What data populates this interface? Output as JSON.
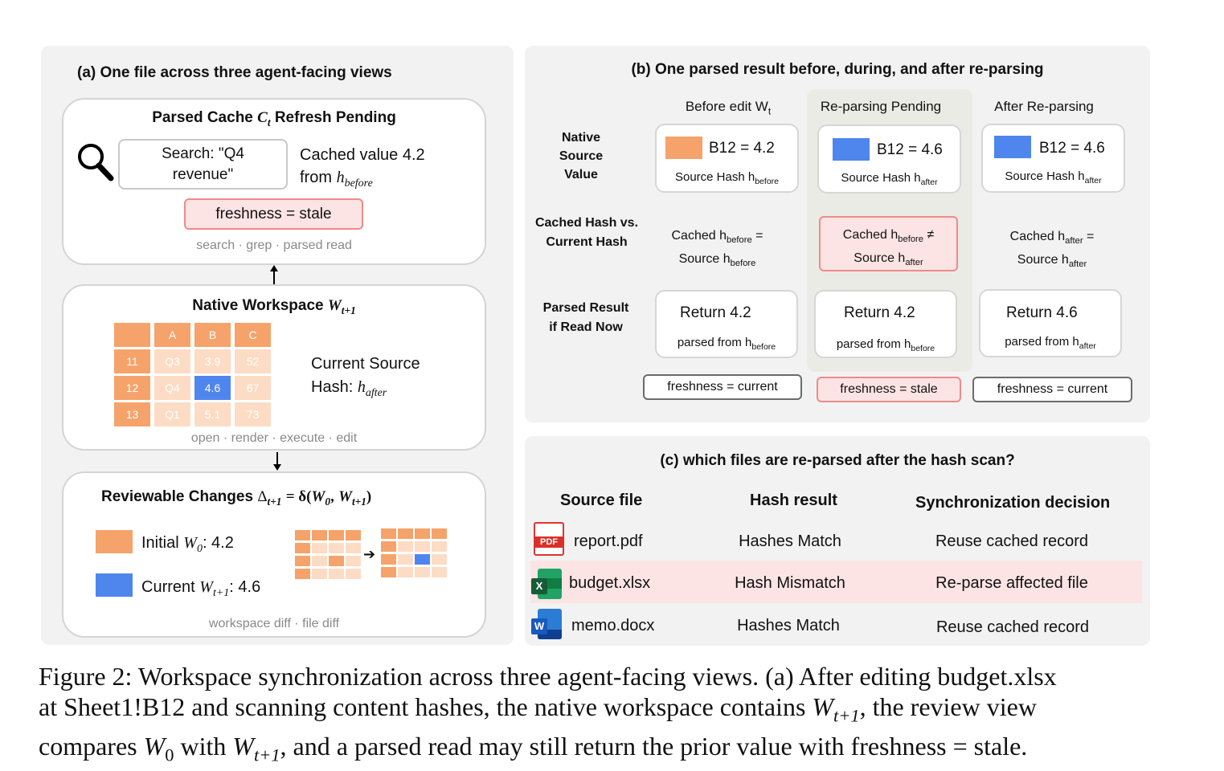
{
  "panel_a": {
    "title": "(a) One file across three agent-facing views",
    "cache": {
      "title_prefix": "Parsed Cache",
      "title_var": "C",
      "title_sub": "t",
      "title_suffix": "Refresh Pending",
      "search_line1": "Search: \"Q4",
      "search_line2": "revenue\"",
      "cached_line1": "Cached value 4.2",
      "cached_line2_prefix": "from",
      "cached_var": "h",
      "cached_sub": "before",
      "freshness": "freshness = stale",
      "footer": "search · grep · parsed read"
    },
    "workspace": {
      "title_prefix": "Native Workspace",
      "title_var": "W",
      "title_sub": "t+1",
      "grid_header": [
        "",
        "A",
        "B",
        "C"
      ],
      "grid_rows": [
        [
          "11",
          "Q3",
          "3.9",
          "52"
        ],
        [
          "12",
          "Q4",
          "4.6",
          "67"
        ],
        [
          "13",
          "Q1",
          "5.1",
          "73"
        ]
      ],
      "hash_line1": "Current Source",
      "hash_line2_prefix": "Hash:",
      "hash_var": "h",
      "hash_sub": "after",
      "footer": "open · render · execute · edit"
    },
    "changes": {
      "title_prefix": "Reviewable Changes",
      "delta": "Δ",
      "delta_sub": "t+1",
      "eq": "= δ(",
      "w0": "W",
      "w0_sub": "0",
      "comma": ",",
      "w1": "W",
      "w1_sub": "t+1",
      "close": ")",
      "initial_prefix": "Initial",
      "initial_var": "W",
      "initial_sub": "0",
      "initial_value": ": 4.2",
      "current_prefix": "Current",
      "current_var": "W",
      "current_sub": "t+1",
      "current_value": ": 4.6",
      "arrow": "➔",
      "footer": "workspace diff · file diff"
    }
  },
  "panel_b": {
    "title": "(b) One parsed result before, during, and after re-parsing",
    "row_labels": {
      "native": [
        "Native",
        "Source",
        "Value"
      ],
      "hash": [
        "Cached Hash vs.",
        "Current Hash"
      ],
      "parsed": [
        "Parsed Result",
        "if Read Now"
      ]
    },
    "columns": [
      {
        "header": "Before edit W",
        "header_sub": "t",
        "value": "B12 = 4.2",
        "source_hash": "Source Hash h",
        "source_hash_sub": "before",
        "cmp_line1": "Cached h",
        "cmp_line1_sub": "before",
        "cmp_line1_op": " =",
        "cmp_line2": "Source h",
        "cmp_line2_sub": "before",
        "ret": "Return 4.2",
        "ret_from": "parsed from h",
        "ret_from_sub": "before",
        "freshness": "freshness = current"
      },
      {
        "header": "Re-parsing Pending",
        "header_sub": "",
        "value": "B12 = 4.6",
        "source_hash": "Source Hash h",
        "source_hash_sub": "after",
        "cmp_line1": "Cached h",
        "cmp_line1_sub": "before",
        "cmp_line1_op": " ≠",
        "cmp_line2": "Source h",
        "cmp_line2_sub": "after",
        "ret": "Return 4.2",
        "ret_from": "parsed from h",
        "ret_from_sub": "before",
        "freshness": "freshness = stale"
      },
      {
        "header": "After Re-parsing",
        "header_sub": "",
        "value": "B12 = 4.6",
        "source_hash": "Source Hash h",
        "source_hash_sub": "after",
        "cmp_line1": "Cached h",
        "cmp_line1_sub": "after",
        "cmp_line1_op": " =",
        "cmp_line2": "Source h",
        "cmp_line2_sub": "after",
        "ret": "Return 4.6",
        "ret_from": "parsed from h",
        "ret_from_sub": "after",
        "freshness": "freshness = current"
      }
    ]
  },
  "panel_c": {
    "title": "(c) which files are re-parsed after the hash scan?",
    "headers": [
      "Source file",
      "Hash result",
      "Synchronization decision"
    ],
    "rows": [
      {
        "file": "report.pdf",
        "hash": "Hashes Match",
        "decision": "Reuse cached record",
        "icon": "pdf-icon",
        "icon_text": "PDF"
      },
      {
        "file": "budget.xlsx",
        "hash": "Hash Mismatch",
        "decision": "Re-parse affected file",
        "icon": "excel-icon",
        "icon_text": "X"
      },
      {
        "file": "memo.docx",
        "hash": "Hashes Match",
        "decision": "Reuse cached record",
        "icon": "word-icon",
        "icon_text": "W"
      }
    ]
  },
  "caption": {
    "line1": "Figure 2: Workspace synchronization across three agent-facing views. (a) After editing budget.xlsx",
    "line2_prefix": "at Sheet1!B12 and scanning content hashes, the native workspace contains",
    "line2_var": "W",
    "line2_sub": "t+1",
    "line2_suffix": ", the review view",
    "line3_prefix": "compares",
    "line3_var1": "W",
    "line3_sub1": "0",
    "line3_mid": "with",
    "line3_var2": "W",
    "line3_sub2": "t+1",
    "line3_suffix": ", and a parsed read may still return the prior value with freshness = stale."
  },
  "colors": {
    "orange": "#f5a36b",
    "orange_light": "#fcdcc4",
    "blue": "#4f86ee",
    "stale_fill": "#fde4e4",
    "stale_border": "#f08a8a",
    "panel_bg": "#f2f2f2",
    "pending_bg": "#ebebe6"
  }
}
